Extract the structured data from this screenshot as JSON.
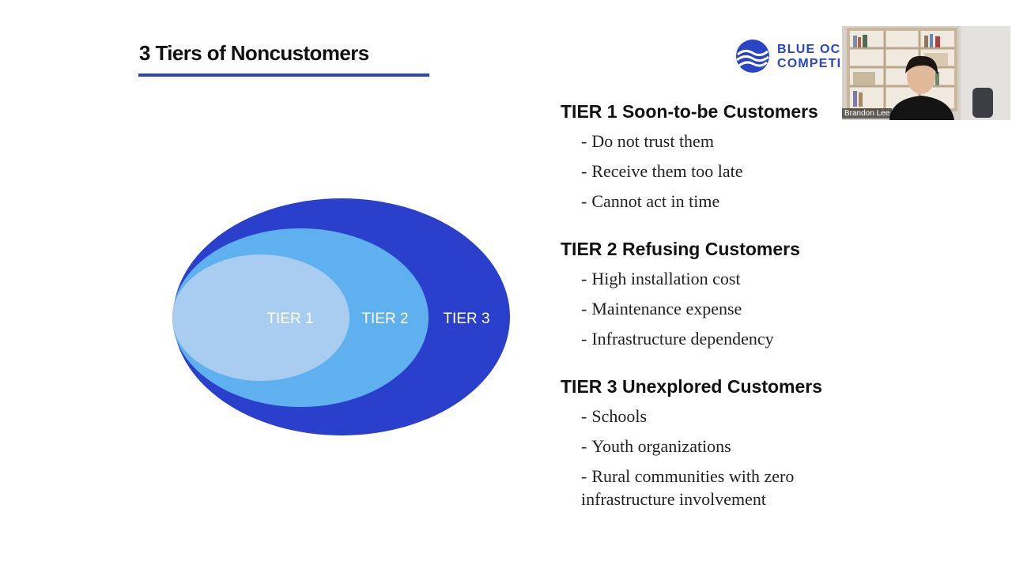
{
  "slide": {
    "title": "3 Tiers of Noncustomers",
    "colors": {
      "accent": "#2a44c6",
      "tier3": "#2a3fcc",
      "tier2": "#5fb0ee",
      "tier1": "#a9cdf1"
    }
  },
  "logo": {
    "icon": "wave-globe-icon",
    "line1": "BLUE OC",
    "line2": "COMPETI"
  },
  "diagram": {
    "labels": {
      "tier1": "TIER 1",
      "tier2": "TIER 2",
      "tier3": "TIER 3"
    }
  },
  "tiers": [
    {
      "heading": "TIER 1 Soon-to-be Customers",
      "items": [
        "Do not trust them",
        "Receive them too late",
        "Cannot act in time"
      ]
    },
    {
      "heading": "TIER 2 Refusing Customers",
      "items": [
        "High installation cost",
        "Maintenance expense",
        "Infrastructure dependency"
      ]
    },
    {
      "heading": "TIER 3 Unexplored Customers",
      "items": [
        "Schools",
        "Youth organizations",
        "Rural communities with zero infrastructure involvement"
      ]
    }
  ],
  "video": {
    "participant_name": "Brandon Lee"
  }
}
